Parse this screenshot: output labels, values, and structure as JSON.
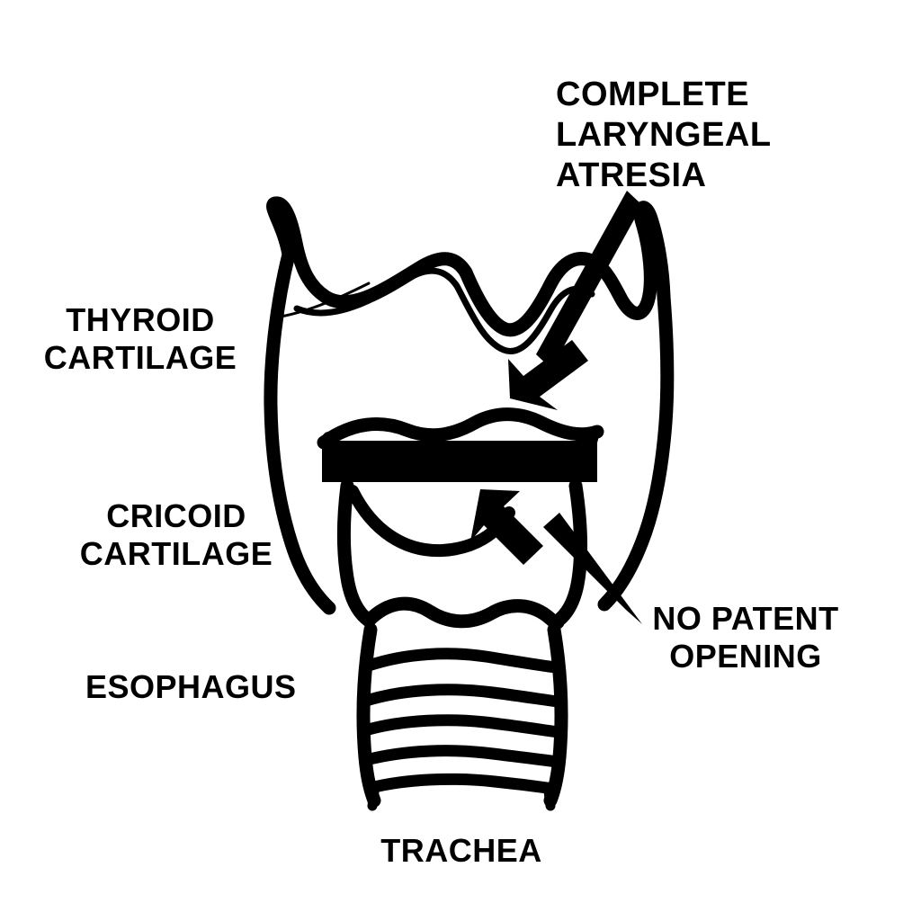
{
  "diagram": {
    "title": "Complete Laryngeal Atresia",
    "background_color": "#ffffff",
    "ink_color": "#000000",
    "style": "black-and-white line drawing, anterior view of larynx and trachea"
  },
  "labels": {
    "complete_atresia": "COMPLETE\nLARYNGEAL\nATRESIA",
    "thyroid_cartilage": "THYROID\nCARTILAGE",
    "cricoid_cartilage": "CRICOID\nCARTILAGE",
    "esophagus": "ESOPHAGUS",
    "no_patent_opening": "NO PATENT\nOPENING",
    "trachea": "TRACHEA"
  },
  "structures": {
    "thyroid_cartilage": "Thyroid cartilage with paired superior horns and a central superior thyroid notch",
    "cricoid_cartilage": "Cricoid cartilage ring below the atresia plate",
    "atresia_plate": "Solid black horizontal bar occluding the laryngeal lumen",
    "trachea": "Five stacked tracheal rings descending from the cricoid",
    "esophagus": "Esophagus lying posterior to the airway"
  },
  "annotations": {
    "arrow_upper": {
      "points_to": "atresia-plate",
      "direction": "down-left"
    },
    "arrow_lower": {
      "points_to": "atresia-plate",
      "direction": "up-left"
    }
  }
}
